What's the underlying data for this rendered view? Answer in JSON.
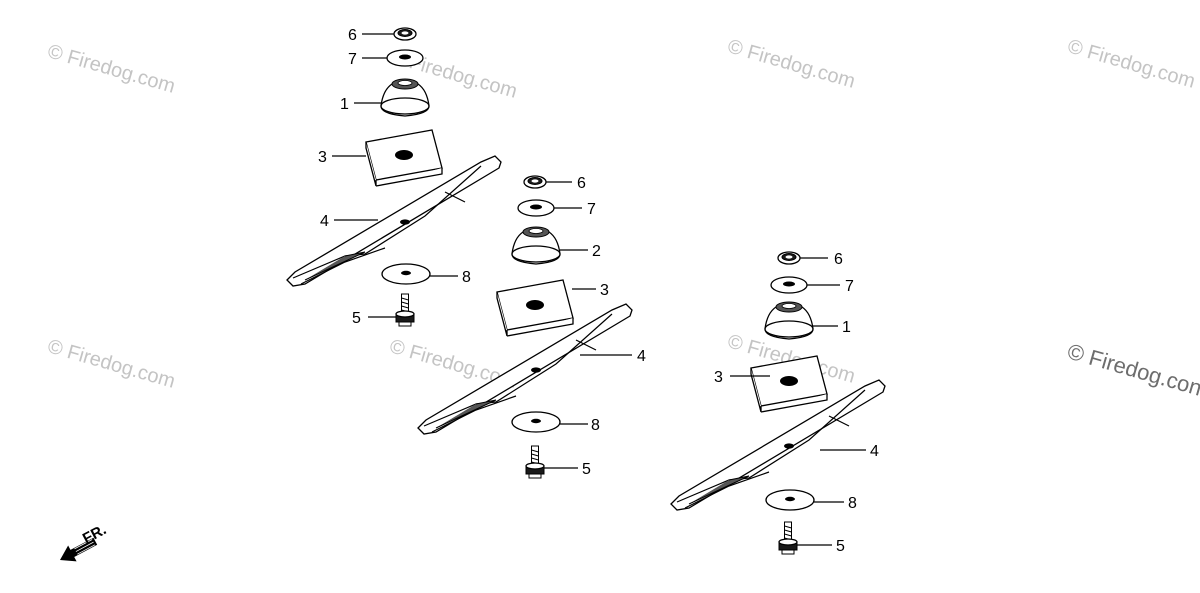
{
  "watermark": {
    "text": "© Firedog.com",
    "text_clipped": "© Firedog.con"
  },
  "direction_label": "FR.",
  "callouts": {
    "washer_small": "6",
    "washer_flat": "7",
    "adapter": "1",
    "adapter_center": "2",
    "plate": "3",
    "blade": "4",
    "bolt": "5",
    "washer_large": "8"
  },
  "colors": {
    "ink": "#000000",
    "watermark": "#c4c4c4"
  }
}
